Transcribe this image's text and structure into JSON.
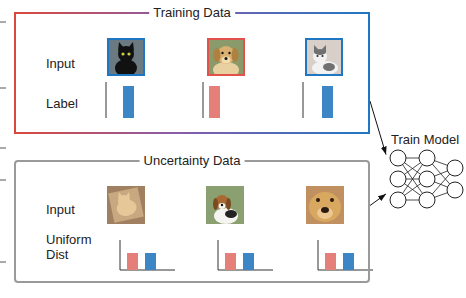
{
  "diagram": {
    "nodes": [
      {
        "text": [
          "Training Data",
          "Input",
          "Label"
        ]
      },
      {
        "text": [
          "Uncertainty Data",
          "Input",
          "Uniform Dist"
        ]
      },
      {
        "text": [
          "Train Model"
        ]
      }
    ],
    "edges": [
      {
        "from": 0,
        "to": 2,
        "arrow": "to"
      },
      {
        "from": 1,
        "to": 2,
        "arrow": "to"
      }
    ]
  }
}
